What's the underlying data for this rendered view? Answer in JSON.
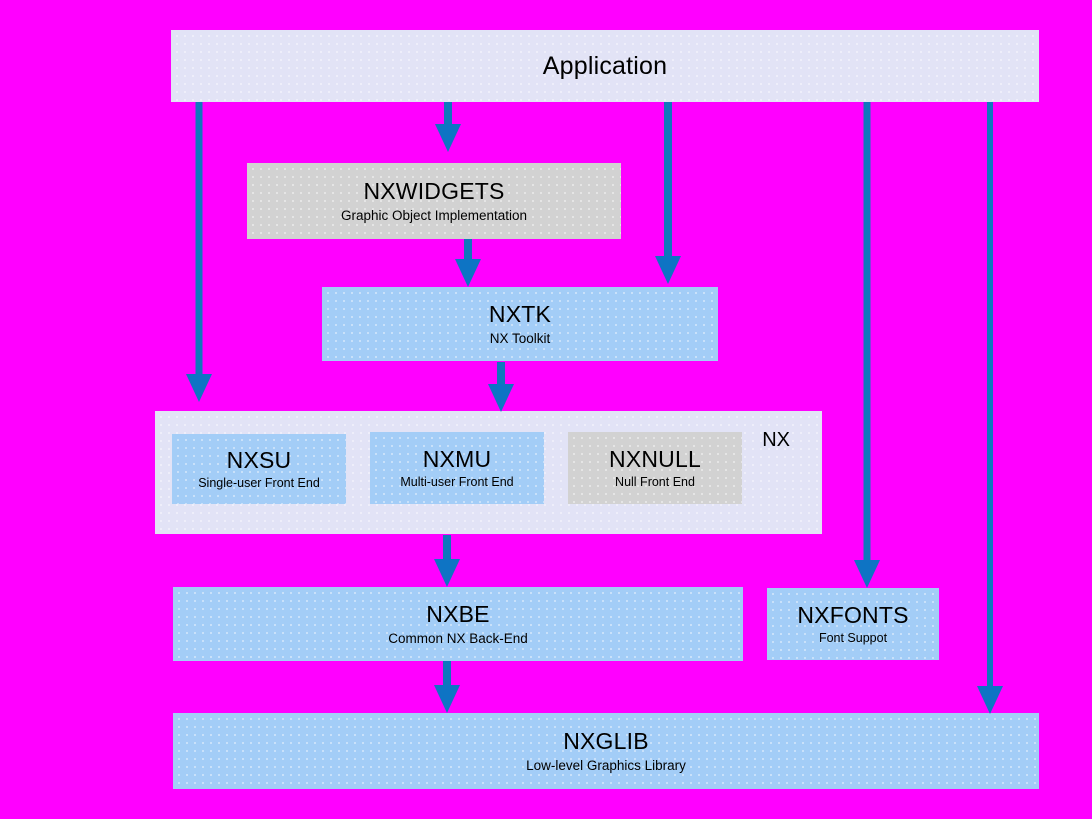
{
  "diagram": {
    "background_color": "#ff00ff",
    "arrow_color": "#1077bd",
    "nodes": {
      "application": {
        "title": "Application",
        "subtitle": "",
        "fill": "#e2e3f6"
      },
      "nxwidgets": {
        "title": "NXWIDGETS",
        "subtitle": "Graphic Object Implementation",
        "fill": "#d2d2d2"
      },
      "nxtk": {
        "title": "NXTK",
        "subtitle": "NX Toolkit",
        "fill": "#a3cdf7"
      },
      "nx_container": {
        "label": "NX",
        "fill": "#e2e3f6"
      },
      "nxsu": {
        "title": "NXSU",
        "subtitle": "Single-user Front End",
        "fill": "#a3cdf7"
      },
      "nxmu": {
        "title": "NXMU",
        "subtitle": "Multi-user Front End",
        "fill": "#a3cdf7"
      },
      "nxnull": {
        "title": "NXNULL",
        "subtitle": "Null Front End",
        "fill": "#d2d2d2"
      },
      "nxbe": {
        "title": "NXBE",
        "subtitle": "Common NX Back-End",
        "fill": "#a3cdf7"
      },
      "nxfonts": {
        "title": "NXFONTS",
        "subtitle": "Font Suppot",
        "fill": "#a3cdf7"
      },
      "nxglib": {
        "title": "NXGLIB",
        "subtitle": "Low-level Graphics Library",
        "fill": "#a3cdf7"
      }
    },
    "edges": [
      {
        "name": "application-to-nx",
        "from": "application",
        "to": "nx_container"
      },
      {
        "name": "application-to-nxwidgets",
        "from": "application",
        "to": "nxwidgets"
      },
      {
        "name": "application-to-nxtk",
        "from": "application",
        "to": "nxtk"
      },
      {
        "name": "application-to-nxfonts",
        "from": "application",
        "to": "nxfonts"
      },
      {
        "name": "application-to-nxglib",
        "from": "application",
        "to": "nxglib"
      },
      {
        "name": "nxwidgets-to-nxtk",
        "from": "nxwidgets",
        "to": "nxtk"
      },
      {
        "name": "nxtk-to-nx",
        "from": "nxtk",
        "to": "nx_container"
      },
      {
        "name": "nx-to-nxbe",
        "from": "nx_container",
        "to": "nxbe"
      },
      {
        "name": "nxbe-to-nxglib",
        "from": "nxbe",
        "to": "nxglib"
      }
    ]
  }
}
